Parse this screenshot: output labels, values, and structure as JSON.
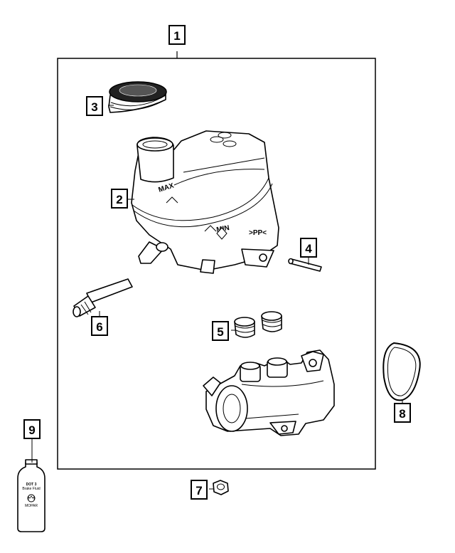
{
  "callouts": [
    {
      "id": "callout-1",
      "label": "1"
    },
    {
      "id": "callout-2",
      "label": "2"
    },
    {
      "id": "callout-3",
      "label": "3"
    },
    {
      "id": "callout-4",
      "label": "4"
    },
    {
      "id": "callout-5",
      "label": "5"
    },
    {
      "id": "callout-6",
      "label": "6"
    },
    {
      "id": "callout-7",
      "label": "7"
    },
    {
      "id": "callout-8",
      "label": "8"
    },
    {
      "id": "callout-9",
      "label": "9"
    }
  ],
  "reservoir": {
    "max_mark": "MAX",
    "min_mark": "MIN",
    "material_mark": ">PP<"
  },
  "bottle": {
    "line1": "DOT 3",
    "line2": "Brake Fluid",
    "brand": "MOPAR"
  }
}
